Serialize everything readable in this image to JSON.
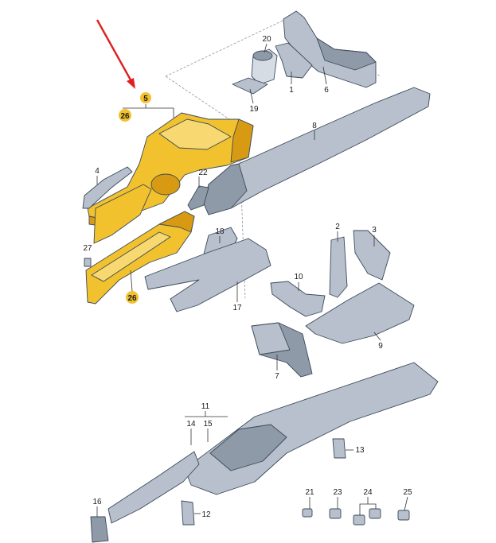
{
  "diagram": {
    "highlight_color": "#f2c12e",
    "part_color": "#b7c0cc",
    "arrow_color": "#e02020",
    "labels": {
      "p1": "1",
      "p2": "2",
      "p3": "3",
      "p4": "4",
      "p5": "5",
      "p6": "6",
      "p7": "7",
      "p8": "8",
      "p9": "9",
      "p10": "10",
      "p11": "11",
      "p12": "12",
      "p13": "13",
      "p14": "14",
      "p15": "15",
      "p16": "16",
      "p17": "17",
      "p18": "18",
      "p19": "19",
      "p20": "20",
      "p21": "21",
      "p22": "22",
      "p23": "23",
      "p24": "24",
      "p25": "25",
      "p26a": "26",
      "p26b": "26",
      "p27": "27"
    }
  }
}
